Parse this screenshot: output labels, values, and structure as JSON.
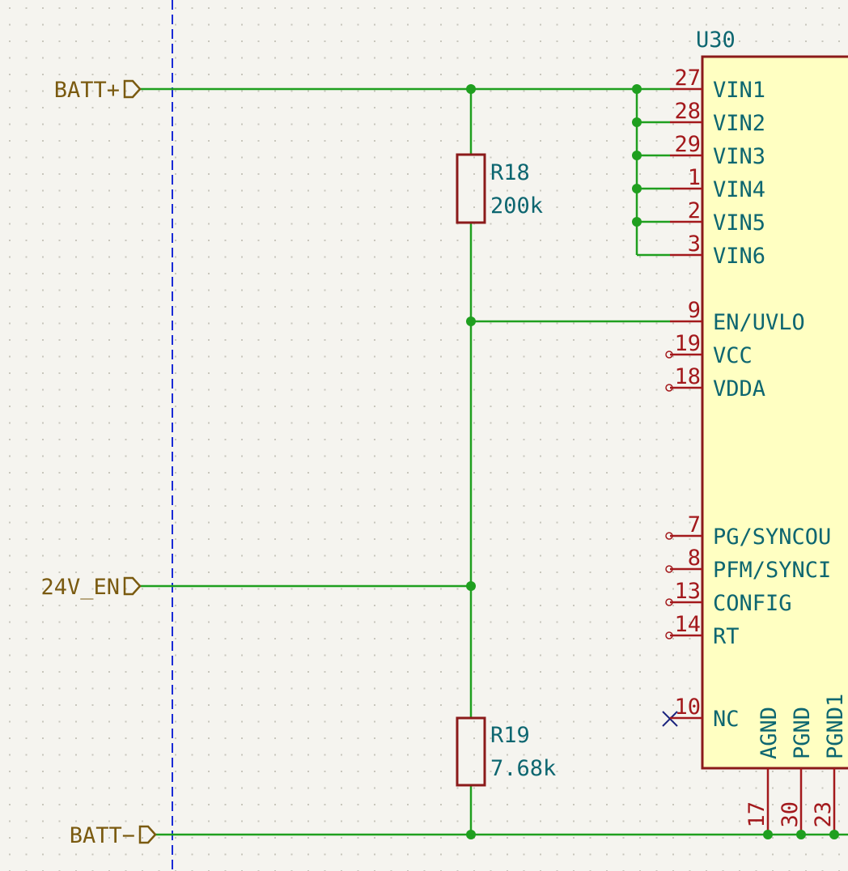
{
  "colors": {
    "background": "#f5f4ef",
    "grid": "#c8c6bc",
    "wire": "#1f9f1f",
    "component_outline": "#8b1a1a",
    "component_fill": "#ffffc2",
    "pin_line": "#a3191c",
    "pin_text": "#a3191c",
    "ref_text": "#0d6670",
    "label": "#7a5a10",
    "sheet_border": "#1a2bd6",
    "no_connect": "#1a237e"
  },
  "labels": {
    "batt_pos": "BATT+",
    "en_24v": "24V_EN",
    "batt_neg": "BATT−"
  },
  "resistors": {
    "r18": {
      "ref": "R18",
      "value": "200k"
    },
    "r19": {
      "ref": "R19",
      "value": "7.68k"
    }
  },
  "ic": {
    "ref": "U30",
    "pins_left": [
      {
        "num": "27",
        "name": "VIN1"
      },
      {
        "num": "28",
        "name": "VIN2"
      },
      {
        "num": "29",
        "name": "VIN3"
      },
      {
        "num": "1",
        "name": "VIN4"
      },
      {
        "num": "2",
        "name": "VIN5"
      },
      {
        "num": "3",
        "name": "VIN6"
      },
      {
        "num": "9",
        "name": "EN/UVLO"
      },
      {
        "num": "19",
        "name": "VCC"
      },
      {
        "num": "18",
        "name": "VDDA"
      },
      {
        "num": "7",
        "name": "PG/SYNCOU"
      },
      {
        "num": "8",
        "name": "PFM/SYNCI"
      },
      {
        "num": "13",
        "name": "CONFIG"
      },
      {
        "num": "14",
        "name": "RT"
      },
      {
        "num": "10",
        "name": "NC"
      }
    ],
    "pins_bottom": [
      {
        "num": "17",
        "name": "AGND"
      },
      {
        "num": "30",
        "name": "PGND"
      },
      {
        "num": "23",
        "name": "PGND1"
      }
    ]
  }
}
